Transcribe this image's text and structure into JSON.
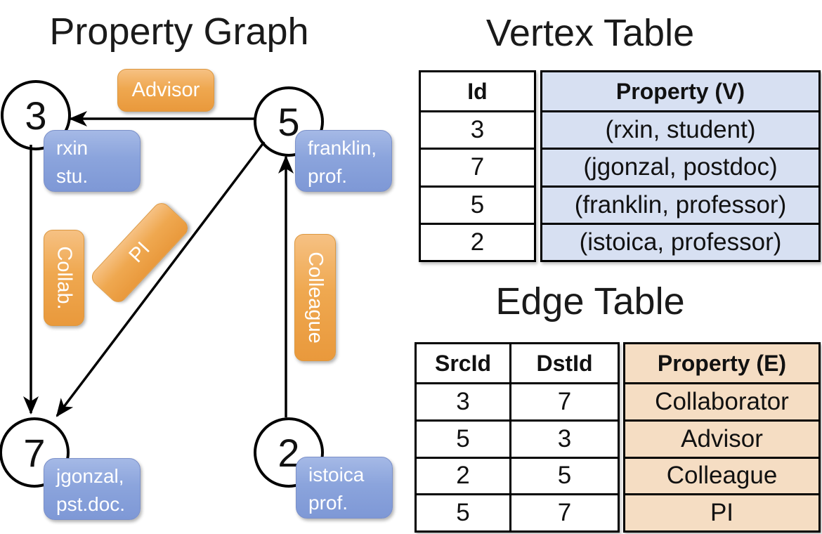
{
  "graph": {
    "title": "Property Graph",
    "vertices": [
      {
        "id": "3",
        "lines": [
          "rxin",
          "stu."
        ]
      },
      {
        "id": "5",
        "lines": [
          "franklin,",
          "prof."
        ]
      },
      {
        "id": "7",
        "lines": [
          "jgonzal,",
          "pst.doc."
        ]
      },
      {
        "id": "2",
        "lines": [
          "istoica",
          "prof."
        ]
      }
    ],
    "edges": [
      {
        "src": "5",
        "dst": "3",
        "label": "Advisor"
      },
      {
        "src": "3",
        "dst": "7",
        "label": "Collab."
      },
      {
        "src": "5",
        "dst": "7",
        "label": "PI"
      },
      {
        "src": "2",
        "dst": "5",
        "label": "Colleague"
      }
    ]
  },
  "vertex_table": {
    "title": "Vertex Table",
    "columns": [
      "Id",
      "Property (V)"
    ],
    "rows": [
      [
        "3",
        "(rxin, student)"
      ],
      [
        "7",
        "(jgonzal, postdoc)"
      ],
      [
        "5",
        "(franklin, professor)"
      ],
      [
        "2",
        "(istoica, professor)"
      ]
    ]
  },
  "edge_table": {
    "title": "Edge Table",
    "columns": [
      "SrcId",
      "DstId",
      "Property (E)"
    ],
    "rows": [
      [
        "3",
        "7",
        "Collaborator"
      ],
      [
        "5",
        "3",
        "Advisor"
      ],
      [
        "2",
        "5",
        "Colleague"
      ],
      [
        "5",
        "7",
        "PI"
      ]
    ]
  },
  "colors": {
    "edge_label_orange": "#efa850",
    "vertex_box_blue": "#8ba4dc",
    "vertex_property_fill": "#d7e0f2",
    "edge_property_fill": "#f5ddc3",
    "line_black": "#000000",
    "text_white": "#ffffff"
  }
}
